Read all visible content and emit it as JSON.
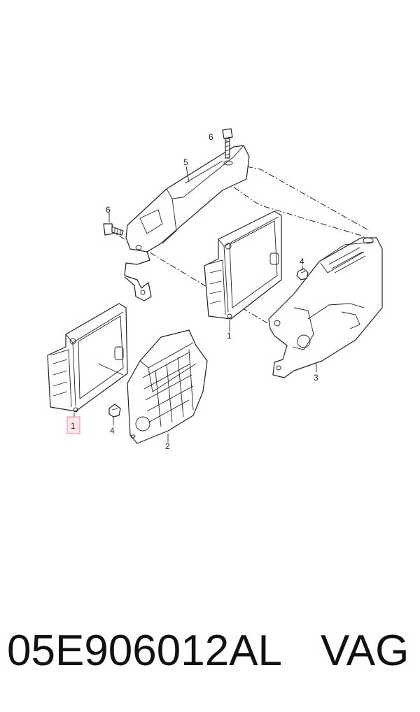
{
  "callouts": {
    "c1_front": "1",
    "c1_back": "1",
    "c2": "2",
    "c3": "3",
    "c4_left": "4",
    "c4_right": "4",
    "c5": "5",
    "c6_top": "6",
    "c6_left": "6"
  },
  "highlight_color": "#e88a9a",
  "footer": {
    "part_number": "05E906012AL",
    "brand": "VAG"
  }
}
